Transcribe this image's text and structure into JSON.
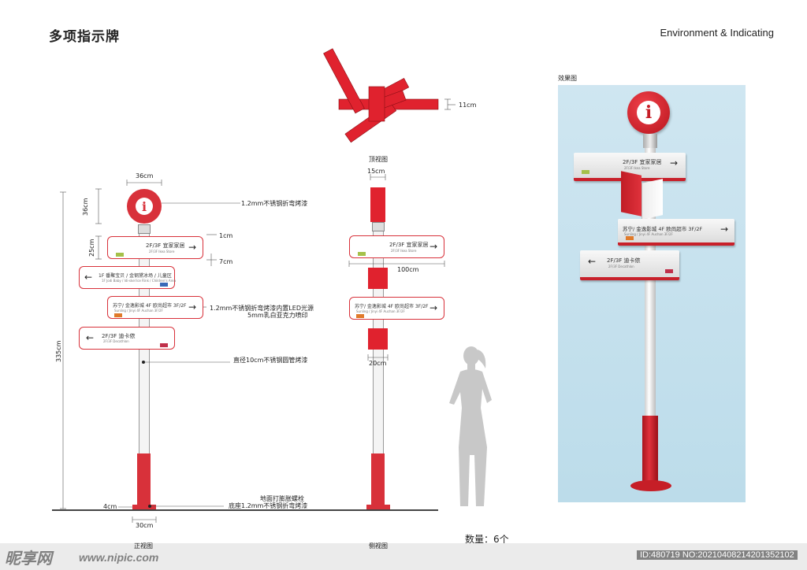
{
  "header": {
    "title": "多项指示牌",
    "subtitle": "Environment & Indicating"
  },
  "views": {
    "front": "正视图",
    "side": "侧视图",
    "top": "顶视图",
    "effect": "效果图"
  },
  "dimensions": {
    "width_36": "36cm",
    "height_36": "36cm",
    "height_25": "25cm",
    "gap_1": "1cm",
    "gap_7": "7cm",
    "total_335": "335cm",
    "base_4": "4cm",
    "base_30": "30cm",
    "side_15": "15cm",
    "side_100": "100cm",
    "side_20": "20cm",
    "top_11": "11cm"
  },
  "annotations": {
    "a1": "1.2mm不锈钢折弯烤漆",
    "a2_line1": "1.2mm不锈钢折弯烤漆内置LED光源",
    "a2_line2": "5mm乳白亚克力喷印",
    "a3": "直径10cm不锈钢圆管烤漆",
    "a4_line1": "地面打膨胀螺栓",
    "a4_line2": "底座1.2mm不锈钢折弯烤漆"
  },
  "signs": {
    "s1_main": "2F/3F 宜家家居",
    "s1_sub": "2F/3F Ikea Store",
    "s2_main": "1F 番聚宝贝 / 金钢黛冰场 / 儿童区",
    "s2_sub": "1F Jodi Baby / Idi-skel Ice Rink / Children's Area",
    "s3_main": "苏宁/ 金逸影城 4F  欧尚超市 3F/2F",
    "s3_sub": "Sunling / Jinyi 4F  Auchan 3F/2F",
    "s4_main": "2F/3F 迪卡侬",
    "s4_sub": "2F/3F Decathlon",
    "info_glyph": "i",
    "arrow_right": "→",
    "arrow_left": "←"
  },
  "footer": {
    "quantity": "数量：6个"
  },
  "watermark": {
    "logo": "昵享网",
    "url": "www.nipic.com",
    "id": "ID:480719 NO:20210408214201352102"
  },
  "colors": {
    "accent_red": "#d8313a",
    "pole_white": "#f2f2f2",
    "sky_blue": "#c6e1ee"
  }
}
